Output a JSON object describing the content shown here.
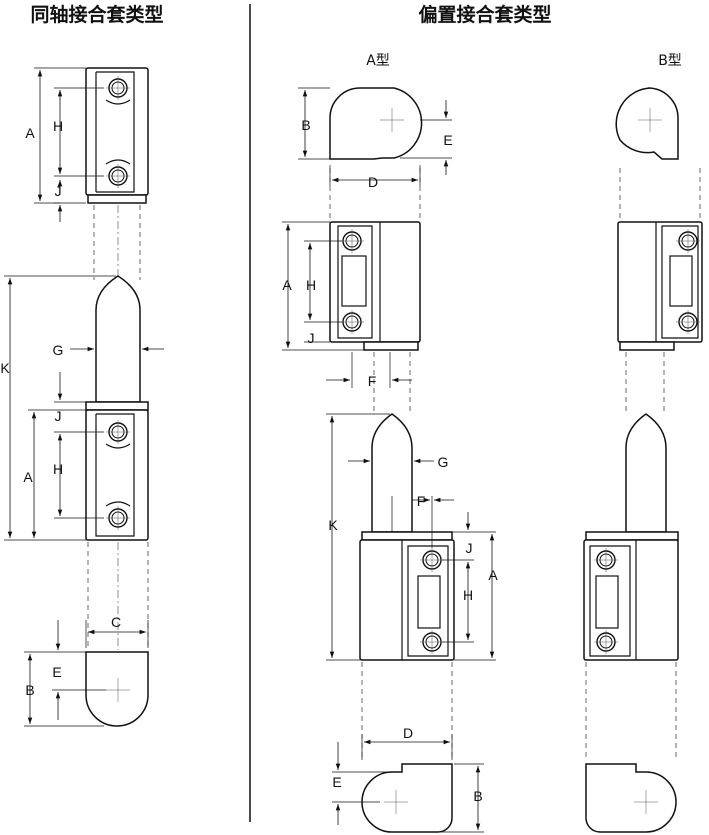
{
  "headings": {
    "coaxial": "同轴接合套类型",
    "offset": "偏置接合套类型",
    "type_a": "A型",
    "type_b": "B型"
  },
  "dims": {
    "A": "A",
    "B": "B",
    "C": "C",
    "D": "D",
    "E": "E",
    "F": "F",
    "G": "G",
    "H": "H",
    "J": "J",
    "K": "K"
  }
}
